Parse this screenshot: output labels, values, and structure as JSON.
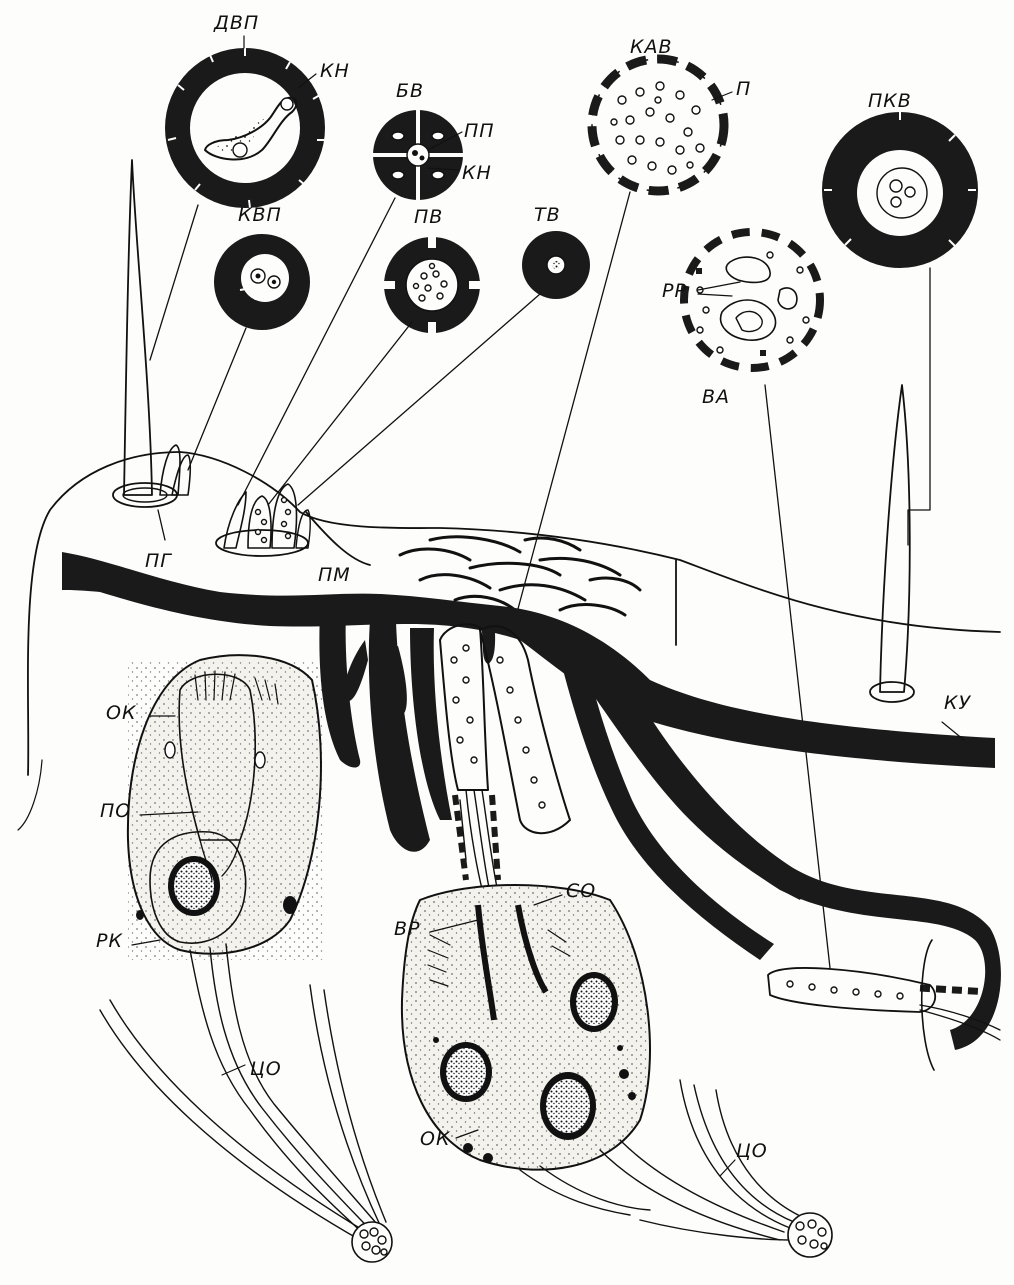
{
  "labels": {
    "dvp": "ДВП",
    "kn_top": "КН",
    "bv": "БВ",
    "pp": "ПП",
    "kn_mid": "КН",
    "kav": "КАВ",
    "p": "П",
    "pkv": "ПКВ",
    "kvp": "КВП",
    "pv": "ПВ",
    "tv": "ТВ",
    "pr": "РР",
    "va": "ВА",
    "pg": "ПГ",
    "pm": "ПМ",
    "ku": "КУ",
    "ok_left": "ОК",
    "po": "ПО",
    "rk": "РК",
    "tso_left": "ЦО",
    "so": "СО",
    "vr": "ВР",
    "ok_bottom": "ОК",
    "tso_right": "ЦО"
  }
}
